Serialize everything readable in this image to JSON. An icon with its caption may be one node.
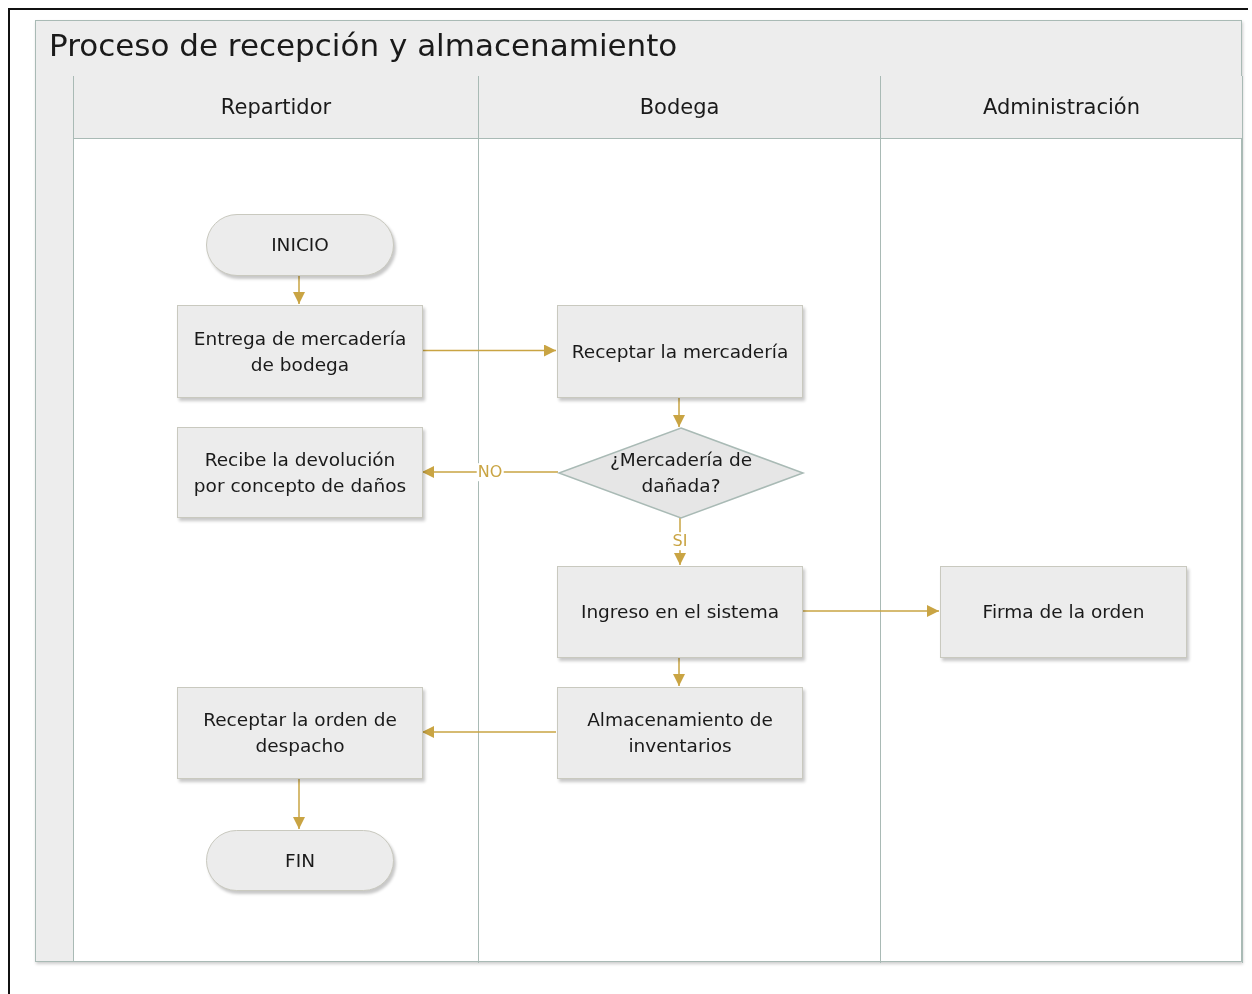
{
  "diagram": {
    "title": "Proceso de recepción y almacenamiento",
    "nodes": [
      {
        "text": [
          "Repartidor"
        ]
      },
      {
        "text": [
          "Bodega"
        ]
      },
      {
        "text": [
          "Administración"
        ]
      },
      {
        "text": [
          "INICIO"
        ],
        "in": 0
      },
      {
        "text": [
          "Entrega de mercadería de bodega"
        ],
        "in": 0
      },
      {
        "text": [
          "Receptar la mercadería"
        ],
        "in": 1
      },
      {
        "text": [
          "¿Mercadería de dañada?"
        ],
        "in": 1
      },
      {
        "text": [
          "Recibe la devolución por concepto de daños"
        ],
        "in": 0
      },
      {
        "text": [
          "Ingreso en el sistema"
        ],
        "in": 1
      },
      {
        "text": [
          "Firma de la orden"
        ],
        "in": 2
      },
      {
        "text": [
          "Almacenamiento de inventarios"
        ],
        "in": 1
      },
      {
        "text": [
          "Receptar la orden de despacho"
        ],
        "in": 0
      },
      {
        "text": [
          "FIN"
        ],
        "in": 0
      }
    ],
    "edges": [
      {
        "from": 3,
        "to": 4,
        "arrow": "to"
      },
      {
        "from": 4,
        "to": 5,
        "arrow": "to"
      },
      {
        "from": 5,
        "to": 6,
        "arrow": "to"
      },
      {
        "from": 6,
        "to": 7,
        "arrow": "to",
        "label": "NO"
      },
      {
        "from": 6,
        "to": 8,
        "arrow": "to",
        "label": "SI"
      },
      {
        "from": 8,
        "to": 9,
        "arrow": "to"
      },
      {
        "from": 8,
        "to": 10,
        "arrow": "to"
      },
      {
        "from": 10,
        "to": 11,
        "arrow": "to"
      },
      {
        "from": 11,
        "to": 12,
        "arrow": "to"
      }
    ]
  }
}
